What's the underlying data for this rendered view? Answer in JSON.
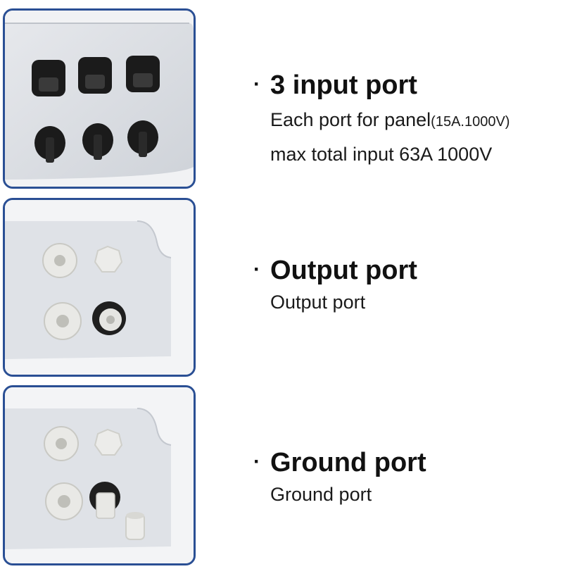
{
  "features": [
    {
      "title": "3 input port",
      "line1": "Each port for panel",
      "line1_small": "(15A.1000V)",
      "line2": "max total input 63A 1000V"
    },
    {
      "title": "Output port",
      "line1": "Output port"
    },
    {
      "title": "Ground port",
      "line1": "Ground port"
    }
  ],
  "bullet": "·",
  "colors": {
    "frame": "#2a4f94",
    "enclosure": "#dfe2e7",
    "connector": "#1b1b1b",
    "gland": "#e8e8e6"
  }
}
